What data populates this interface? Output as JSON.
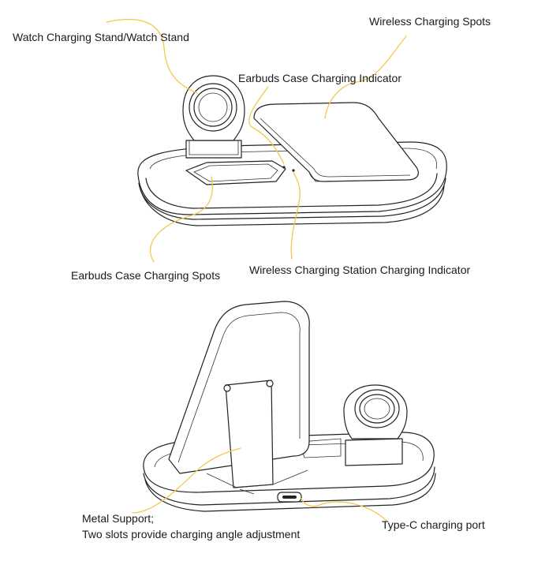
{
  "labels": {
    "watch_stand": "Watch Charging Stand/Watch Stand",
    "wireless_spots": "Wireless Charging Spots",
    "earbuds_indicator": "Earbuds Case Charging Indicator",
    "earbuds_spots": "Earbuds Case Charging Spots",
    "station_indicator": "Wireless Charging Station Charging Indicator",
    "metal_support_1": "Metal Support;",
    "metal_support_2": "Two slots provide charging angle adjustment",
    "type_c_port": "Type-C charging port"
  },
  "colors": {
    "leader_line": "#f2c94c",
    "outline": "#222222",
    "background": "#ffffff"
  }
}
